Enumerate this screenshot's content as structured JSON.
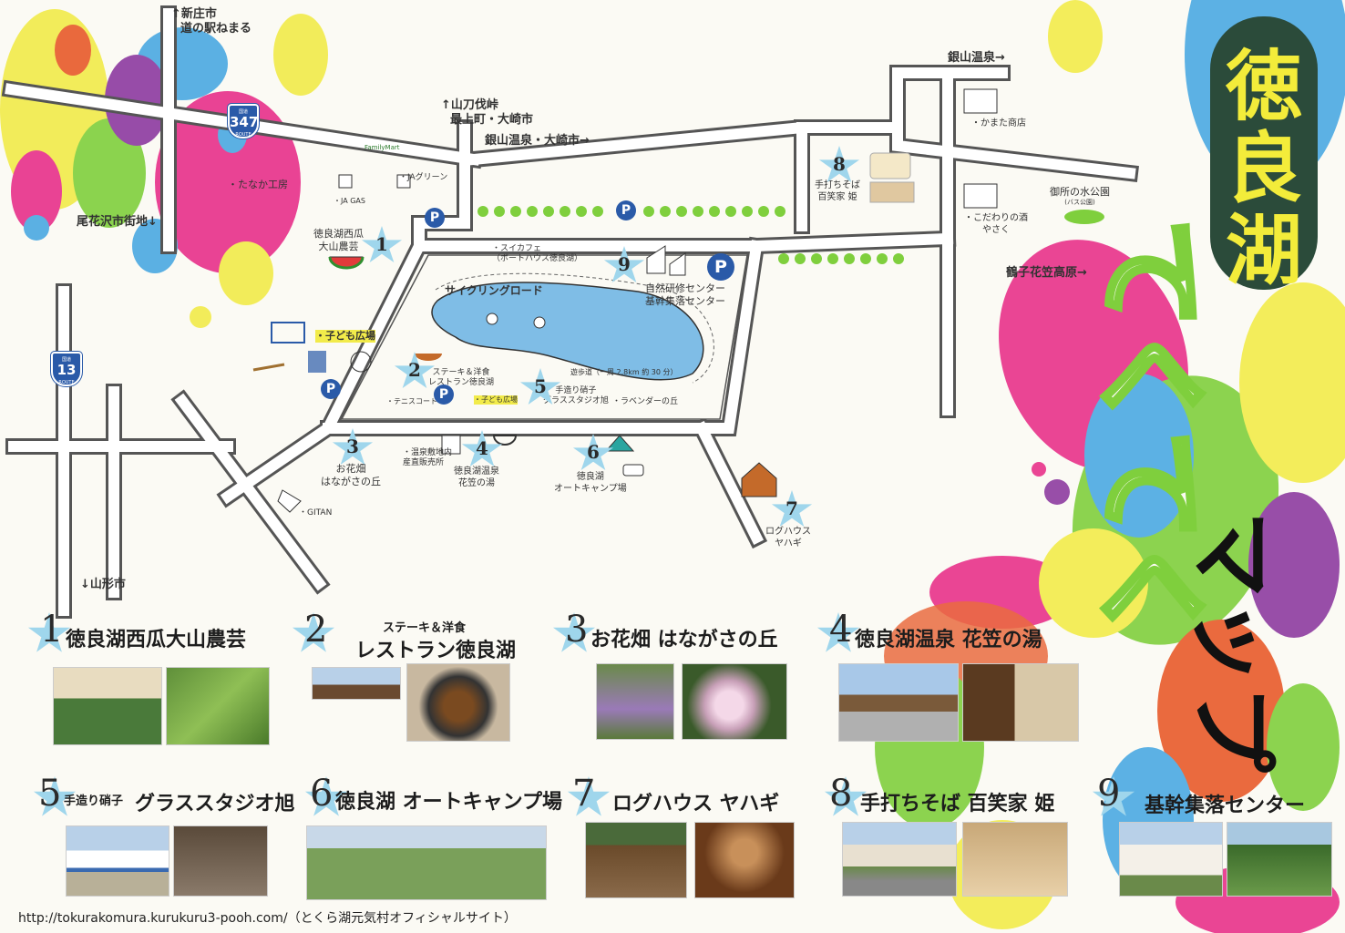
{
  "title": {
    "chars": [
      "徳",
      "良",
      "湖"
    ],
    "tekute": "てくてく",
    "map": "マップ"
  },
  "colors": {
    "road": "#ffffff",
    "road_outline": "#555555",
    "lake": "#7fbde6",
    "star": "#9fd6ec",
    "parking": "#2a5aa8",
    "title_bg": "#2b4b3a",
    "title_text": "#f3ec3a",
    "accent_green": "#7fcf3d"
  },
  "map": {
    "directions": {
      "shinjo": "↑新庄市",
      "michi_no_eki": "道の駅ねまる",
      "obanazawa": "尾花沢市街地↓",
      "yamagata": "↓山形市",
      "yamagatana": "↑山刀伐峠",
      "mogami": "最上町・大崎市",
      "ginzan_osaki": "銀山温泉・大崎市→",
      "ginzan": "銀山温泉→",
      "tsurukohanagasa": "鶴子花笠高原→"
    },
    "route_signs": {
      "r347": {
        "top": "国道",
        "num": "347",
        "bottom": "ROUTE"
      },
      "r13": {
        "top": "国道",
        "num": "13",
        "bottom": "ROUTE"
      }
    },
    "places": {
      "tanaka": "・たなか工房",
      "ja_gas": "・JA GAS",
      "ja_green": "・JAグリーン",
      "family_mart": "FamilyMart",
      "nishi_uri_1": "徳良湖西瓜",
      "nishi_uri_2": "大山農芸",
      "suika_cafe_1": "・スイカフェ",
      "suika_cafe_2": "（ボートハウス徳良湖）",
      "cycling_road": "サイクリングロード",
      "shizen_1": "自然研修センター",
      "shizen_2": "基幹集落センター",
      "kodomo_hiroba": "・子ども広場",
      "kodomo_hiroba_small": "・子ども広場",
      "tennis": "・テニスコート",
      "steak_1": "ステーキ＆洋食",
      "steak_2": "レストラン徳良湖",
      "glass_1": "手造り硝子",
      "glass_2": "グラススタジオ旭",
      "walkway": "遊歩道（一周 2.8km 約 30 分）",
      "lavender": "・ラベンダーの丘",
      "ohanabatake_1": "お花畑",
      "ohanabatake_2": "はながさの丘",
      "onsen_shop_1": "・温泉敷地内",
      "onsen_shop_2": "産直販売所",
      "onsen_1": "徳良湖温泉",
      "onsen_2": "花笠の湯",
      "camp_1": "徳良湖",
      "camp_2": "オートキャンプ場",
      "log_1": "ログハウス",
      "log_2": "ヤハギ",
      "gitan": "・GITAN",
      "kamata": "・かまた商店",
      "kodawari_1": "・こだわりの酒",
      "kodawari_2": "やさく",
      "soba_1": "手打ちそば",
      "soba_2": "百笑家 姫",
      "mizukoen": "御所の水公園",
      "mizukoen_sub": "(バス公園)"
    },
    "markers": [
      "1",
      "2",
      "3",
      "4",
      "5",
      "6",
      "7",
      "8",
      "9"
    ],
    "parking": "P"
  },
  "spots": [
    {
      "num": "1",
      "title": "徳良湖西瓜大山農芸",
      "sub": ""
    },
    {
      "num": "2",
      "title": "レストラン徳良湖",
      "sub": "ステーキ＆洋食"
    },
    {
      "num": "3",
      "title": "お花畑 はながさの丘",
      "sub": ""
    },
    {
      "num": "4",
      "title": "徳良湖温泉 花笠の湯",
      "sub": ""
    },
    {
      "num": "5",
      "title": "グラススタジオ旭",
      "sub": "手造り硝子"
    },
    {
      "num": "6",
      "title": "徳良湖 オートキャンプ場",
      "sub": ""
    },
    {
      "num": "7",
      "title": "ログハウス ヤハギ",
      "sub": ""
    },
    {
      "num": "8",
      "title": "手打ちそば 百笑家 姫",
      "sub": ""
    },
    {
      "num": "9",
      "title": "基幹集落センター",
      "sub": ""
    }
  ],
  "footer": {
    "url": "http://tokurakomura.kurukuru3-pooh.com/（とくら湖元気村オフィシャルサイト）"
  }
}
